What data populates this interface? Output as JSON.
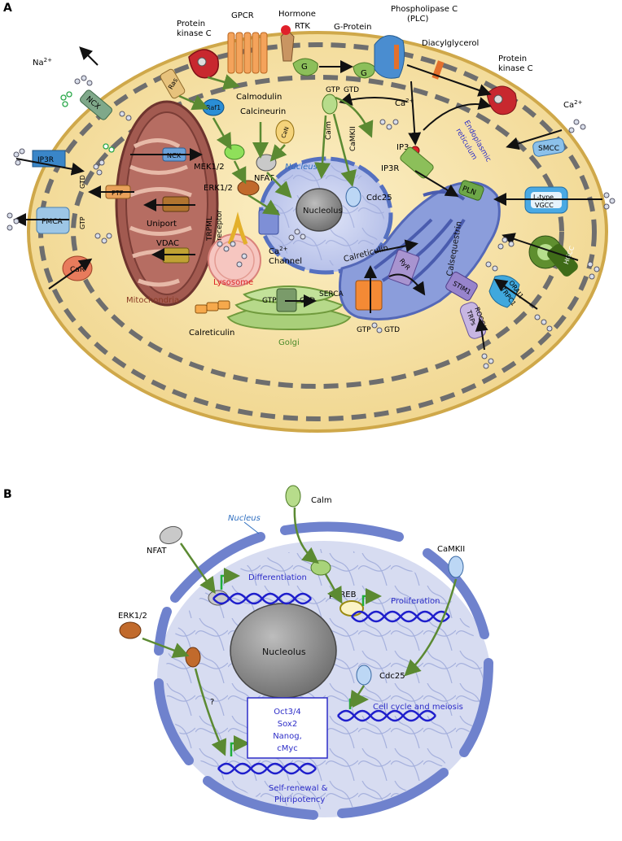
{
  "panelA": {
    "label": "A",
    "ions": {
      "na": "Na",
      "na_sup": "2+",
      "ca1": "Ca",
      "ca1_sup": "2+",
      "ca2": "Ca",
      "ca2_sup": "2+",
      "ca_channel_sup": "2+"
    },
    "labels": {
      "pkc_top": [
        "Protein",
        "kinase C"
      ],
      "gpcr": "GPCR",
      "hormone": "Hormone",
      "rtk": "RTK",
      "gprotein": "G-Protein",
      "plc": [
        "Phospholipase C",
        "(PLC)"
      ],
      "dag": "Diacylglycerol",
      "pkc_right": [
        "Protein",
        "kinase C"
      ],
      "ras": "Ras",
      "raf1": "Raf1",
      "calmodulin": "Calmodulin",
      "calcineurin": "Calcineurin",
      "g1": "G",
      "g2": "G",
      "gtp_gtd": [
        "GTP",
        "GTD"
      ],
      "ncx_top": "NCX",
      "ncx_mito": "NCX",
      "ip3r_left": "IP3R",
      "gtd_left": "GTD",
      "ptp": "PTP",
      "pmca": "PMCA",
      "gtp_left": "GTP",
      "uniport": "Uniport",
      "vdac": "VDAC",
      "car": "CaR",
      "mitochondria": "Mitochondria",
      "mek": "MEK1/2",
      "erk": "ERK1/2",
      "nfat": "NFAT",
      "can": "CaN",
      "calm": "Calm",
      "camkii": "CaMKII",
      "nucleus": "Nucleus",
      "nucleolus": "Nucleolus",
      "cdc25": "Cdc25",
      "ip3": "IP3",
      "ip3r_er": "IP3R",
      "er": [
        "Endoplasmic",
        "reticulum"
      ],
      "smcc": "SMCC",
      "ltype": [
        "L-type",
        "VGCC"
      ],
      "hgcc": "HGCC",
      "pln": "PLN",
      "trpml": [
        "TRPML",
        "receptor"
      ],
      "ca_channel": [
        "Ca",
        "Channel"
      ],
      "lysosome": "Lysosome",
      "calreticulin_er": "Calreticulin",
      "calsequestrin": "Calsequestrin",
      "ryr": "RyR",
      "stim1": "STIM1",
      "orai1": "ORAI1",
      "trpc1": "TRPC1",
      "rocc": "ROCC/",
      "trps": "TRPs",
      "gtp_golgi": "GTP",
      "gtd_golgi": "GTD",
      "serca": "SERCA",
      "calreticulin_bottom": "Calreticulin",
      "golgi": "Golgi",
      "gtp_bottom": "GTP",
      "gtd_bottom": "GTD"
    }
  },
  "panelB": {
    "label": "B",
    "nucleus": "Nucleus",
    "calm": "Calm",
    "nfat": "NFAT",
    "camkii": "CaMKII",
    "erk": "ERK1/2",
    "differentiation": "Differentiation",
    "pcreb": "pCREB",
    "proliferation": "Proliferation",
    "nucleolus": "Nucleolus",
    "cdc25": "Cdc25",
    "question": "?",
    "genes": [
      "Oct3/4",
      "Sox2",
      "Nanog,",
      "cMyc"
    ],
    "cellcycle": "Cell cycle and meiosis",
    "selfrenewal": [
      "Self-renewal &",
      "Pluripotency"
    ]
  },
  "colors": {
    "cytoplasm": "#f6e2a4",
    "membrane": "#cfa84a",
    "mito": "#a0574f",
    "nucleus": "#b9c4ea",
    "er": "#7c8fd3",
    "golgi": "#9fc26a",
    "arrow_green": "#5b8a32",
    "text_blue": "#2d2dc8"
  }
}
